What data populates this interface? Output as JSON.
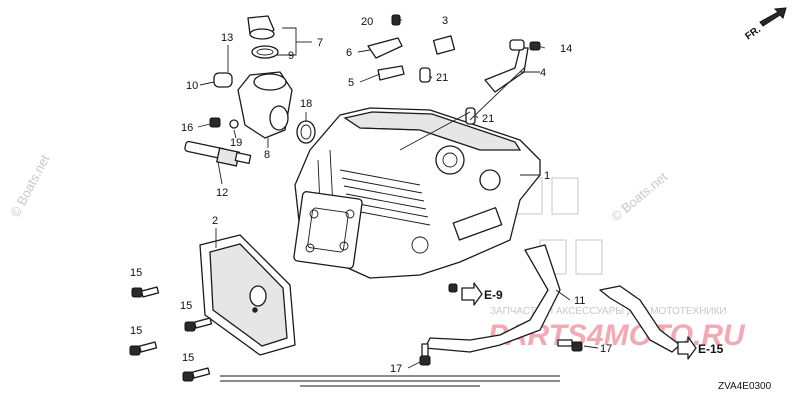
{
  "callouts": [
    "20",
    "3",
    "6",
    "5",
    "21",
    "21",
    "13",
    "9",
    "7",
    "10",
    "18",
    "16",
    "19",
    "8",
    "12",
    "14",
    "4",
    "1",
    "2",
    "15",
    "15",
    "15",
    "15",
    "11",
    "17",
    "17"
  ],
  "refs": [
    "E-9",
    "E-15"
  ],
  "direction": "FR.",
  "diagram_code": "ZVA4E0300",
  "watermarks": {
    "boats_left": "© Boats.net",
    "boats_right": "© Boats.net",
    "ru_caption": "ЗАПЧАСТИ И АКСЕССУАРЫ ДЛЯ МОТОТЕХНИКИ",
    "ru_logo": "PARTS4MOTO.RU"
  },
  "colors": {
    "line": "#1a1a1a",
    "watermark": "#c8c8c8",
    "ru_logo": "#f2a9b3"
  }
}
